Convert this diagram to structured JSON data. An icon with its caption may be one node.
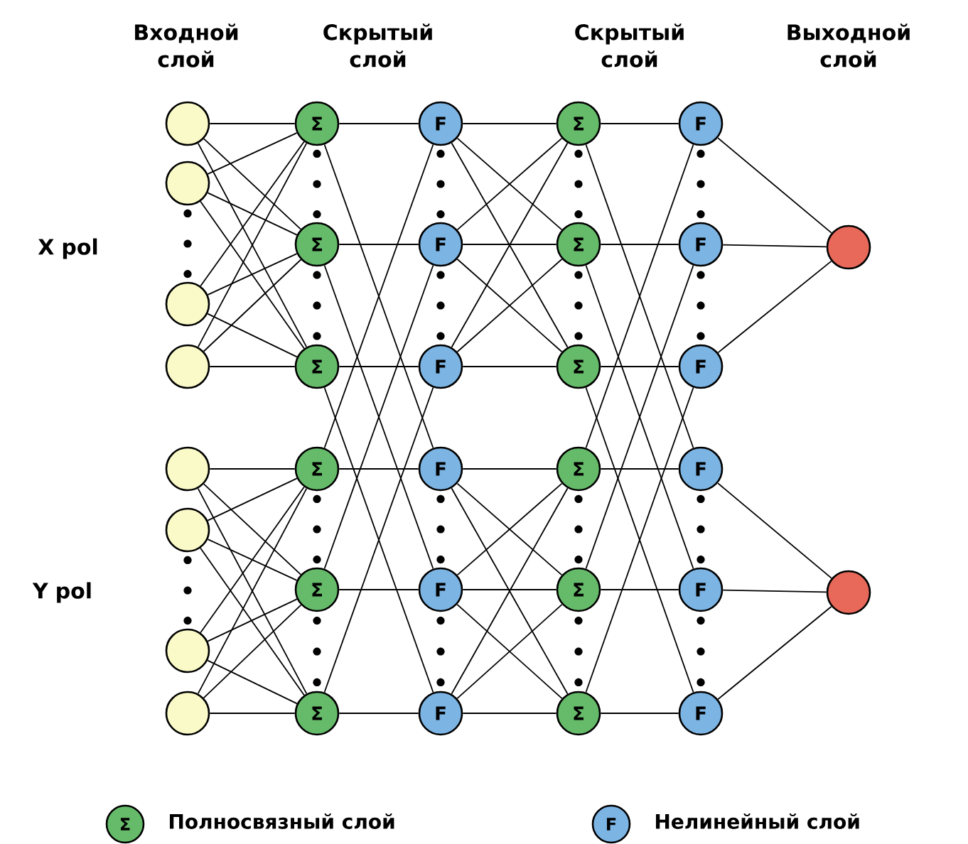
{
  "diagram": {
    "nodes": [
      {
        "text": [],
        "shape": "circle"
      },
      {
        "text": [],
        "shape": "circle"
      },
      {
        "text": [],
        "shape": "circle"
      },
      {
        "text": [],
        "shape": "circle"
      },
      {
        "text": [],
        "shape": "circle"
      },
      {
        "text": [],
        "shape": "circle"
      },
      {
        "text": [],
        "shape": "circle"
      },
      {
        "text": [],
        "shape": "circle"
      },
      {
        "text": [
          "Σ"
        ]
      },
      {
        "text": [
          "Σ"
        ]
      },
      {
        "text": [
          "Σ"
        ]
      },
      {
        "text": [
          "Σ"
        ]
      },
      {
        "text": [
          "Σ"
        ]
      },
      {
        "text": [
          "Σ"
        ]
      },
      {
        "text": [
          "F"
        ]
      },
      {
        "text": [
          "F"
        ]
      },
      {
        "text": [
          "F"
        ]
      },
      {
        "text": [
          "F"
        ]
      },
      {
        "text": [
          "F"
        ]
      },
      {
        "text": [
          "F"
        ]
      },
      {
        "text": [
          "Σ"
        ]
      },
      {
        "text": [
          "Σ"
        ]
      },
      {
        "text": [
          "Σ"
        ]
      },
      {
        "text": [
          "Σ"
        ]
      },
      {
        "text": [
          "Σ"
        ]
      },
      {
        "text": [
          "Σ"
        ]
      },
      {
        "text": [
          "F"
        ]
      },
      {
        "text": [
          "F"
        ]
      },
      {
        "text": [
          "F"
        ]
      },
      {
        "text": [
          "F"
        ]
      },
      {
        "text": [
          "F"
        ]
      },
      {
        "text": [
          "F"
        ]
      },
      {
        "text": [],
        "shape": "circle"
      },
      {
        "text": [],
        "shape": "circle"
      }
    ],
    "edges": [
      {
        "from": 0,
        "to": 8,
        "arrow": "none"
      },
      {
        "from": 0,
        "to": 9,
        "arrow": "none"
      },
      {
        "from": 0,
        "to": 10,
        "arrow": "none"
      },
      {
        "from": 1,
        "to": 8,
        "arrow": "none"
      },
      {
        "from": 1,
        "to": 9,
        "arrow": "none"
      },
      {
        "from": 1,
        "to": 10,
        "arrow": "none"
      },
      {
        "from": 2,
        "to": 8,
        "arrow": "none"
      },
      {
        "from": 2,
        "to": 9,
        "arrow": "none"
      },
      {
        "from": 2,
        "to": 10,
        "arrow": "none"
      },
      {
        "from": 3,
        "to": 8,
        "arrow": "none"
      },
      {
        "from": 3,
        "to": 9,
        "arrow": "none"
      },
      {
        "from": 3,
        "to": 10,
        "arrow": "none"
      },
      {
        "from": 4,
        "to": 11,
        "arrow": "none"
      },
      {
        "from": 4,
        "to": 12,
        "arrow": "none"
      },
      {
        "from": 4,
        "to": 13,
        "arrow": "none"
      },
      {
        "from": 5,
        "to": 11,
        "arrow": "none"
      },
      {
        "from": 5,
        "to": 12,
        "arrow": "none"
      },
      {
        "from": 5,
        "to": 13,
        "arrow": "none"
      },
      {
        "from": 6,
        "to": 11,
        "arrow": "none"
      },
      {
        "from": 6,
        "to": 12,
        "arrow": "none"
      },
      {
        "from": 6,
        "to": 13,
        "arrow": "none"
      },
      {
        "from": 7,
        "to": 11,
        "arrow": "none"
      },
      {
        "from": 7,
        "to": 12,
        "arrow": "none"
      },
      {
        "from": 7,
        "to": 13,
        "arrow": "none"
      },
      {
        "from": 8,
        "to": 14,
        "arrow": "none"
      },
      {
        "from": 8,
        "to": 17,
        "arrow": "none"
      },
      {
        "from": 9,
        "to": 15,
        "arrow": "none"
      },
      {
        "from": 9,
        "to": 18,
        "arrow": "none"
      },
      {
        "from": 10,
        "to": 16,
        "arrow": "none"
      },
      {
        "from": 10,
        "to": 19,
        "arrow": "none"
      },
      {
        "from": 11,
        "to": 17,
        "arrow": "none"
      },
      {
        "from": 11,
        "to": 14,
        "arrow": "none"
      },
      {
        "from": 12,
        "to": 18,
        "arrow": "none"
      },
      {
        "from": 12,
        "to": 15,
        "arrow": "none"
      },
      {
        "from": 13,
        "to": 19,
        "arrow": "none"
      },
      {
        "from": 13,
        "to": 16,
        "arrow": "none"
      },
      {
        "from": 14,
        "to": 20,
        "arrow": "none"
      },
      {
        "from": 14,
        "to": 21,
        "arrow": "none"
      },
      {
        "from": 14,
        "to": 22,
        "arrow": "none"
      },
      {
        "from": 15,
        "to": 20,
        "arrow": "none"
      },
      {
        "from": 15,
        "to": 21,
        "arrow": "none"
      },
      {
        "from": 15,
        "to": 22,
        "arrow": "none"
      },
      {
        "from": 16,
        "to": 20,
        "arrow": "none"
      },
      {
        "from": 16,
        "to": 21,
        "arrow": "none"
      },
      {
        "from": 16,
        "to": 22,
        "arrow": "none"
      },
      {
        "from": 17,
        "to": 23,
        "arrow": "none"
      },
      {
        "from": 17,
        "to": 24,
        "arrow": "none"
      },
      {
        "from": 17,
        "to": 25,
        "arrow": "none"
      },
      {
        "from": 18,
        "to": 23,
        "arrow": "none"
      },
      {
        "from": 18,
        "to": 24,
        "arrow": "none"
      },
      {
        "from": 18,
        "to": 25,
        "arrow": "none"
      },
      {
        "from": 19,
        "to": 23,
        "arrow": "none"
      },
      {
        "from": 19,
        "to": 24,
        "arrow": "none"
      },
      {
        "from": 19,
        "to": 25,
        "arrow": "none"
      },
      {
        "from": 20,
        "to": 26,
        "arrow": "none"
      },
      {
        "from": 20,
        "to": 29,
        "arrow": "none"
      },
      {
        "from": 21,
        "to": 27,
        "arrow": "none"
      },
      {
        "from": 21,
        "to": 30,
        "arrow": "none"
      },
      {
        "from": 22,
        "to": 28,
        "arrow": "none"
      },
      {
        "from": 22,
        "to": 31,
        "arrow": "none"
      },
      {
        "from": 23,
        "to": 29,
        "arrow": "none"
      },
      {
        "from": 23,
        "to": 26,
        "arrow": "none"
      },
      {
        "from": 24,
        "to": 30,
        "arrow": "none"
      },
      {
        "from": 24,
        "to": 27,
        "arrow": "none"
      },
      {
        "from": 25,
        "to": 31,
        "arrow": "none"
      },
      {
        "from": 25,
        "to": 28,
        "arrow": "none"
      },
      {
        "from": 26,
        "to": 32,
        "arrow": "none"
      },
      {
        "from": 27,
        "to": 32,
        "arrow": "none"
      },
      {
        "from": 28,
        "to": 32,
        "arrow": "none"
      },
      {
        "from": 29,
        "to": 33,
        "arrow": "none"
      },
      {
        "from": 30,
        "to": 33,
        "arrow": "none"
      },
      {
        "from": 31,
        "to": 33,
        "arrow": "none"
      }
    ],
    "labels": [
      "Входной слой",
      "Скрытый слой",
      "Скрытый слой",
      "Выходной слой",
      "X pol",
      "Y pol",
      "Σ",
      "F"
    ],
    "legend": [
      {
        "text": "Полносвязный слой",
        "color": "#66bb6a"
      },
      {
        "text": "Нелинейный слой",
        "color": "#7cb4e4"
      }
    ]
  }
}
